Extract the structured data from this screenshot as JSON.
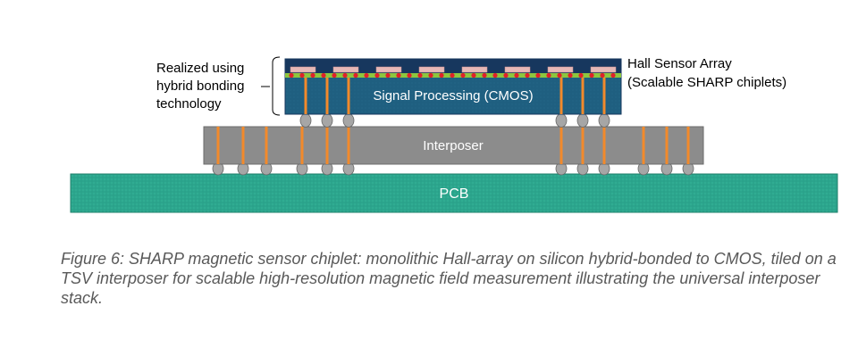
{
  "diagram": {
    "left_label": [
      "Realized using",
      "hybrid bonding",
      "technology"
    ],
    "right_label": [
      "Hall Sensor Array",
      "(Scalable SHARP chiplets)"
    ],
    "chip_label": "Signal Processing (CMOS)",
    "interposer_label": "Interposer",
    "pcb_label": "PCB"
  },
  "colors": {
    "chip_dark": "#17375e",
    "chip": "#1f5f80",
    "bond_green": "#8dc63f",
    "hall_pink": "#e6b8b7",
    "hall_dot": "#e0202a",
    "tsv_orange": "#f28a2b",
    "interposer": "#8c8c8c",
    "bump": "#a6a6a6",
    "pcb": "#2ca58d"
  },
  "caption": "Figure 6: SHARP magnetic sensor chiplet: monolithic Hall-array on silicon hybrid-bonded to CMOS, tiled on a TSV interposer for scalable high-resolution magnetic field measurement illustrating the universal interposer stack."
}
